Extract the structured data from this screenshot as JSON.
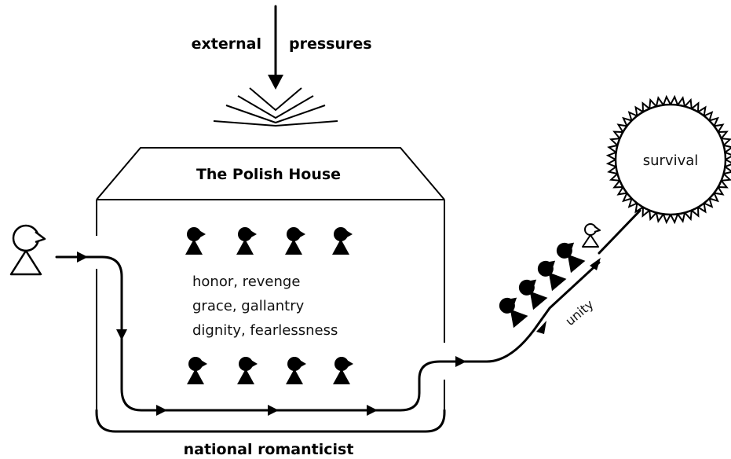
{
  "labels": {
    "pressure_left": "external",
    "pressure_right": "pressures",
    "house_title": "The Polish House",
    "values": [
      "honor, revenge",
      "grace, gallantry",
      "dignity, fearlessness"
    ],
    "bottom": "national romanticist",
    "unity": "unity",
    "survival": "survival"
  },
  "colors": {
    "ink": "#000000",
    "background": "#ffffff"
  },
  "icons": {
    "entering_person": "outlined-person-icon",
    "house_members": "filled-person-icon",
    "united_group": "filled-person-icon",
    "leader": "outlined-person-icon",
    "goal": "sunburst-circle-icon"
  }
}
